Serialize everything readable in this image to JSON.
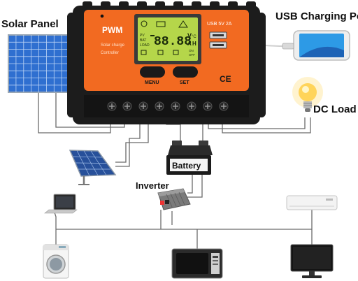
{
  "labels": {
    "solar_panel": "Solar Panel",
    "usb_port": "USB Charging Port",
    "dc_load": "DC Load",
    "battery": "Battery",
    "inverter": "Inverter"
  },
  "controller": {
    "brand": "PWM",
    "subtitle_line1": "Solar charge",
    "subtitle_line2": "Controller",
    "usb_rating": "USB 5V 2A",
    "menu_label": "MENU",
    "set_label": "SET",
    "ce_mark": "CE",
    "display": {
      "digits": "88.88",
      "unit_v": "V",
      "unit_c": "°C",
      "unit_a": "A",
      "unit_h": "H",
      "side_pv": "PV",
      "side_bat": "BAT",
      "side_load": "LOAD",
      "side_on": "ON",
      "side_off": "OFF"
    }
  },
  "colors": {
    "controller_orange": "#f26a21",
    "controller_black": "#1c1c1c",
    "lcd_green": "#b5d64a",
    "panel_blue": "#2f6fd0",
    "wire": "#6b6b6b"
  }
}
